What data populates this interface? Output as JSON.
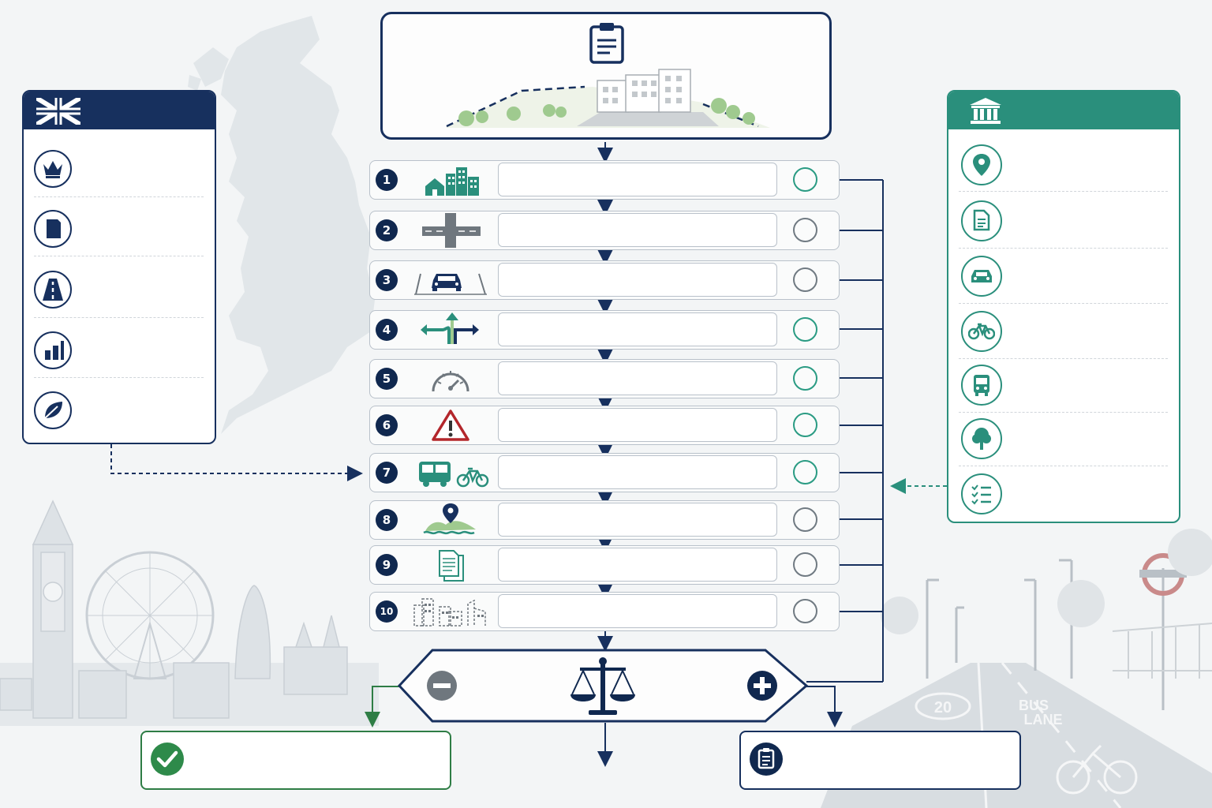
{
  "colors": {
    "navy": "#17305e",
    "teal": "#2a8f7c",
    "green": "#2e7d45",
    "red": "#b3262b",
    "grey": "#707a82"
  },
  "process": {
    "header_icon": "clipboard-icon",
    "header_illustration": "urban-development-site-illustration",
    "steps": [
      {
        "number": "1",
        "icon": "buildings-icon",
        "status": "open"
      },
      {
        "number": "2",
        "icon": "road-junction-icon",
        "status": "open"
      },
      {
        "number": "3",
        "icon": "car-parking-icon",
        "status": "open"
      },
      {
        "number": "4",
        "icon": "direction-arrows-icon",
        "status": "open"
      },
      {
        "number": "5",
        "icon": "speedometer-icon",
        "status": "open"
      },
      {
        "number": "6",
        "icon": "warning-triangle-icon",
        "status": "open"
      },
      {
        "number": "7",
        "icon": "bus-and-bicycle-icon",
        "status": "open"
      },
      {
        "number": "8",
        "icon": "location-landscape-icon",
        "status": "open"
      },
      {
        "number": "9",
        "icon": "documents-icon",
        "status": "open"
      },
      {
        "number": "10",
        "icon": "future-buildings-icon",
        "status": "open"
      }
    ]
  },
  "national_panel": {
    "header_icon": "union-flag-icon",
    "items": [
      "crown-icon",
      "policy-document-icon",
      "road-icon",
      "statistics-icon",
      "leaf-icon"
    ]
  },
  "local_panel": {
    "header_icon": "council-building-icon",
    "items": [
      "location-pin-icon",
      "document-icon",
      "car-icon",
      "bicycle-icon",
      "bus-icon",
      "tree-icon",
      "checklist-icon"
    ]
  },
  "decision": {
    "icon": "balance-scales-icon",
    "negative_icon": "minus-icon",
    "positive_icon": "plus-icon",
    "outcome_left_icon": "check-icon",
    "outcome_right_icon": "clipboard-icon"
  },
  "background": {
    "left_scene": "london-skyline",
    "right_scene": "bus-lane-street",
    "road_marking": "20",
    "bus_lane_text_1": "BUS",
    "bus_lane_text_2": "LANE"
  }
}
